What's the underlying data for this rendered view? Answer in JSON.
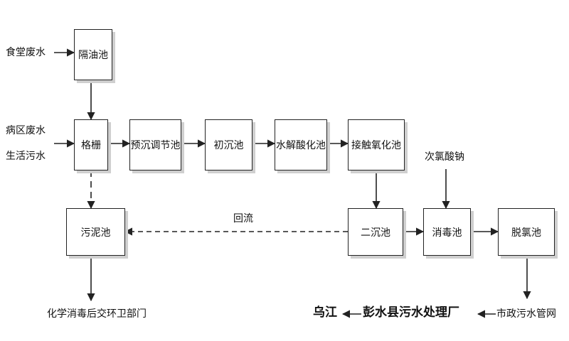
{
  "inputs": {
    "canteen": "食堂废水",
    "ward": "病区废水",
    "domestic": "生活污水",
    "chemical": "次氯酸钠"
  },
  "units": {
    "grease_tank": "隔油池",
    "screen": "格栅",
    "pre_settle": "预沉调节池",
    "primary": "初沉池",
    "hydrolysis": "水解酸化池",
    "contact_ox": "接触氧化池",
    "secondary": "二沉池",
    "disinfection": "消毒池",
    "dechlorination": "脱氯池",
    "sludge": "污泥池"
  },
  "flow_labels": {
    "reflux": "回流"
  },
  "outputs": {
    "sludge_disposal": "化学消毒后交环卫部门",
    "municipal": "市政污水管网",
    "plant": "彭水县污水处理厂",
    "river": "乌江"
  },
  "colors": {
    "line": "#222222",
    "shadow": "#cfcfcf"
  }
}
